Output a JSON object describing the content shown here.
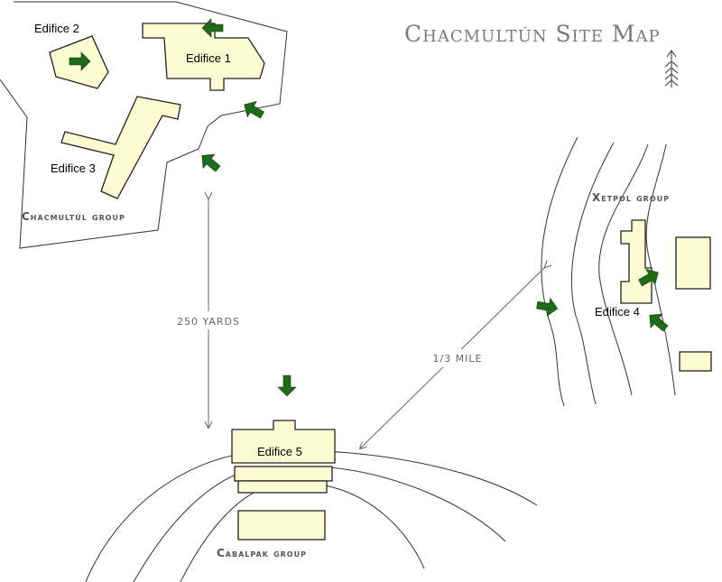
{
  "map": {
    "title": "Chacmultún Site Map",
    "north_arrow_icon": "north-arrow-icon",
    "groups": {
      "chacmultul": "Chacmultúl group",
      "xetpol": "Xetpol group",
      "cabalpak": "Cabalpak group"
    },
    "edifices": {
      "e1": "Edifice 1",
      "e2": "Edifice 2",
      "e3": "Edifice 3",
      "e4": "Edifice 4",
      "e5": "Edifice 5"
    },
    "distances": {
      "vertical": "250 YARDS",
      "diagonal": "1/3 MILE"
    },
    "colors": {
      "building_fill": "#fdfbd2",
      "entrance_arrow": "#1f6b17",
      "title": "#7a7a7a"
    },
    "entrance_marker_icon": "green-arrow-icon"
  }
}
